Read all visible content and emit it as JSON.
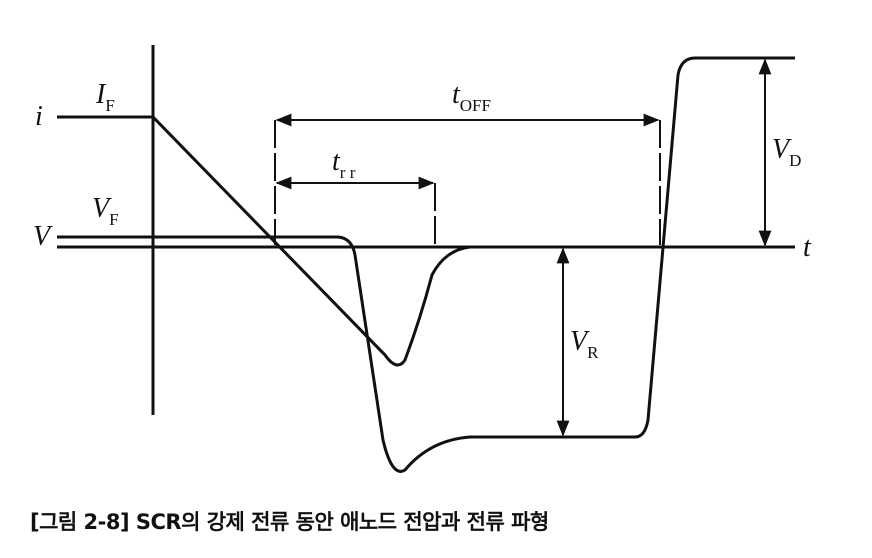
{
  "labels": {
    "i": "i",
    "IF_main": "I",
    "IF_sub": "F",
    "V": "V",
    "VF_main": "V",
    "VF_sub": "F",
    "t": "t",
    "tOFF_main": "t",
    "tOFF_sub": "OFF",
    "trr_main": "t",
    "trr_sub": "r r",
    "VD_main": "V",
    "VD_sub": "D",
    "VR_main": "V",
    "VR_sub": "R"
  },
  "caption": "[그림 2-8] SCR의 강제 전류 동안 애노드 전압과 전류 파형",
  "colors": {
    "ink": "#111111",
    "background": "#ffffff"
  }
}
